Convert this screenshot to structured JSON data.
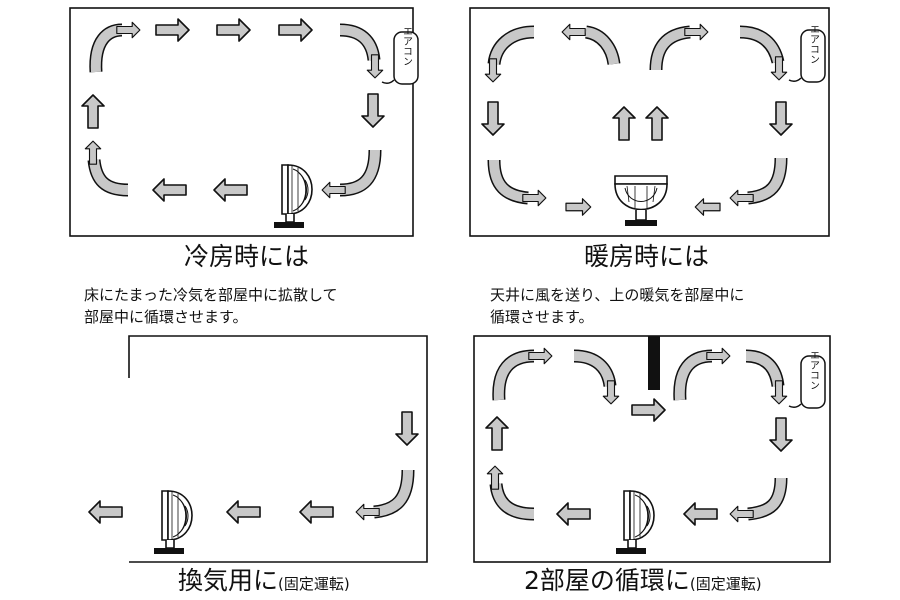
{
  "colors": {
    "arrow_fill": "#c8c8c8",
    "stroke": "#111111",
    "wall": "#111111"
  },
  "aircon_label": "エアコン",
  "panels": [
    {
      "id": "cooling",
      "title": "冷房時には",
      "description": [
        "床にたまった冷気を部屋中に拡散して",
        "部屋中に循環させます。"
      ]
    },
    {
      "id": "heating",
      "title": "暖房時には",
      "description": [
        "天井に風を送り、上の暖気を部屋中に",
        "循環させます。"
      ]
    },
    {
      "id": "ventilation",
      "title": "換気用に",
      "paren": "(固定運転)"
    },
    {
      "id": "two-room",
      "title": "2部屋の循環に",
      "paren": "(固定運転)"
    }
  ]
}
